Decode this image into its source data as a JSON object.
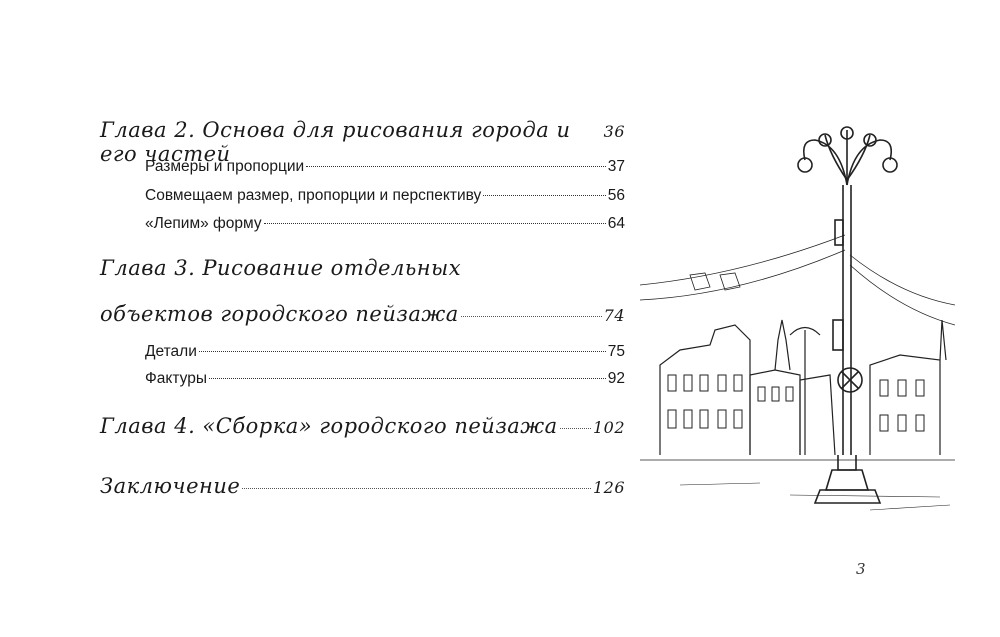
{
  "toc": {
    "chapter2": {
      "title": "Глава 2. Основа для рисования города и его частей",
      "page": "36"
    },
    "chapter2_items": [
      {
        "title": "Размеры и пропорции",
        "page": "37"
      },
      {
        "title": "Совмещаем размер, пропорции и перспективу",
        "page": "56"
      },
      {
        "title": "«Лепим» форму",
        "page": "64"
      }
    ],
    "chapter3": {
      "title_line1": "Глава 3. Рисование отдельных",
      "title_line2": "объектов городского пейзажа",
      "page": "74"
    },
    "chapter3_items": [
      {
        "title": "Детали",
        "page": "75"
      },
      {
        "title": "Фактуры",
        "page": "92"
      }
    ],
    "chapter4": {
      "title": "Глава 4. «Сборка» городского пейзажа",
      "page": "102"
    },
    "conclusion": {
      "title": "Заключение",
      "page": "126"
    }
  },
  "illustration": {
    "subject": "street-lamp-city-sketch"
  },
  "page_number": "3"
}
